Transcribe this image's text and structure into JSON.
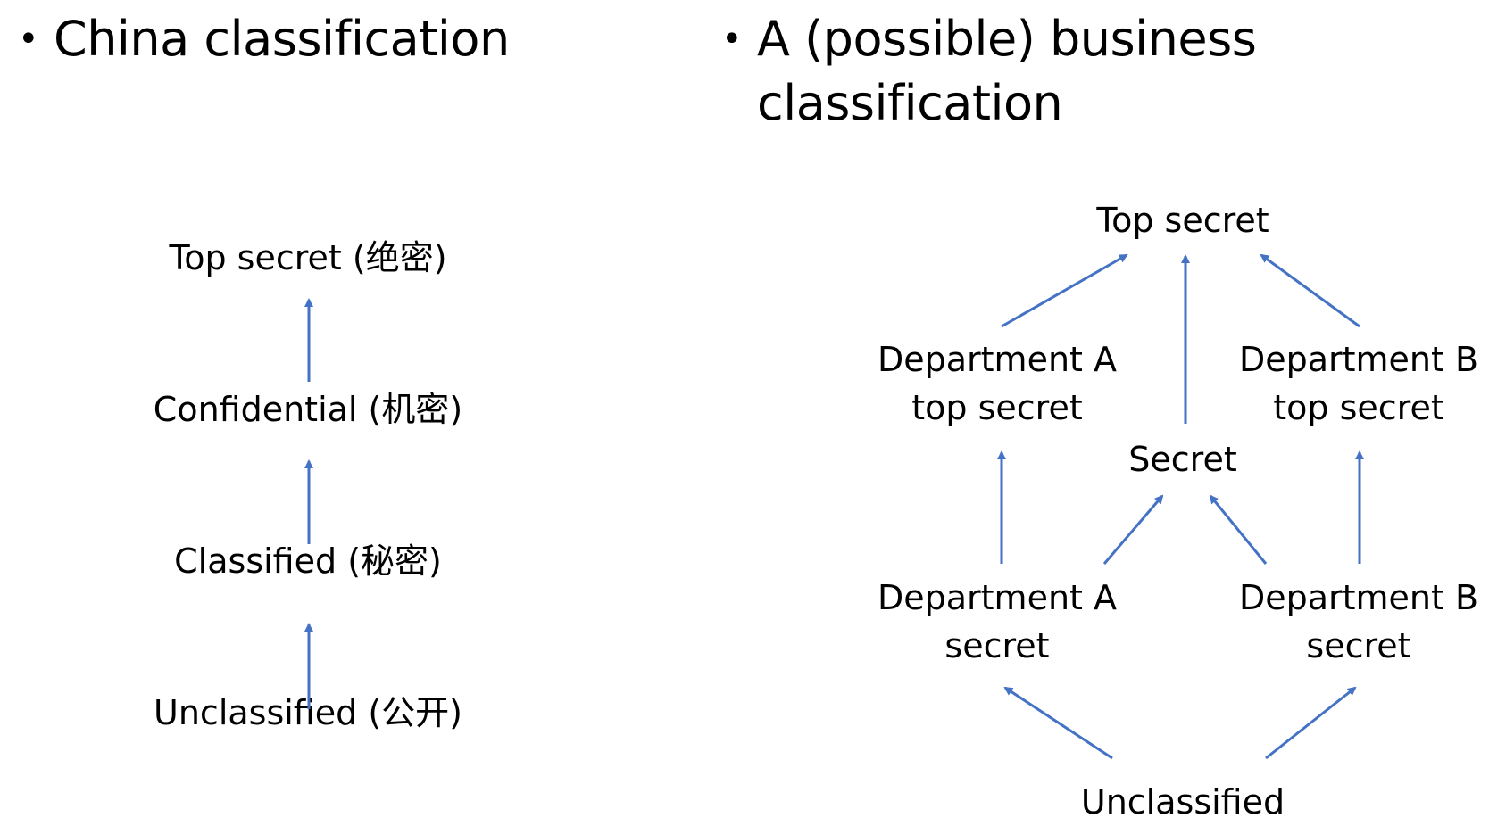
{
  "left": {
    "heading": "China classification",
    "levels": [
      "Top secret (绝密)",
      "Confidential (机密)",
      "Classified (秘密)",
      "Unclassified (公开)"
    ]
  },
  "right": {
    "heading": "A (possible) business classification",
    "nodes": {
      "top_secret": "Top secret",
      "dept_a_top_secret_line1": "Department A",
      "dept_a_top_secret_line2": "top secret",
      "dept_b_top_secret_line1": "Department B",
      "dept_b_top_secret_line2": "top secret",
      "secret": "Secret",
      "dept_a_secret_line1": "Department A",
      "dept_a_secret_line2": "secret",
      "dept_b_secret_line1": "Department B",
      "dept_b_secret_line2": "secret",
      "unclassified": "Unclassified"
    }
  },
  "colors": {
    "arrow": "#4472C4",
    "text": "#000000"
  }
}
